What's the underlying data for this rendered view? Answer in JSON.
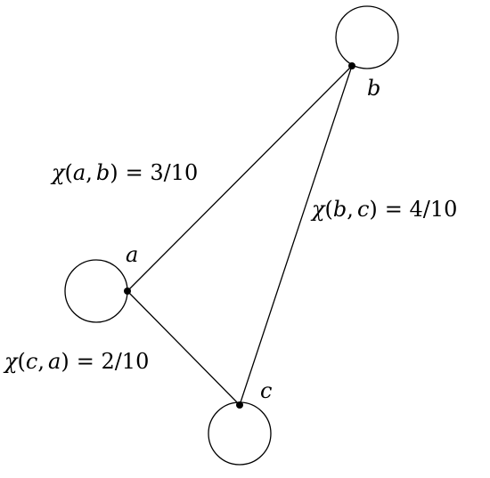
{
  "nodes": {
    "a": {
      "label": "a"
    },
    "b": {
      "label": "b"
    },
    "c": {
      "label": "c"
    }
  },
  "edges": {
    "ab": {
      "func": "χ",
      "open": "(",
      "u": "a",
      "sep": ",",
      "v": "b",
      "close": ")",
      "rhs": "= 3/10"
    },
    "bc": {
      "func": "χ",
      "open": "(",
      "u": "b",
      "sep": ",",
      "v": "c",
      "close": ")",
      "rhs": "= 4/10"
    },
    "ca": {
      "func": "χ",
      "open": "(",
      "u": "c",
      "sep": ",",
      "v": "a",
      "close": ")",
      "rhs": "= 2/10"
    }
  },
  "colors": {
    "stroke": "#000000",
    "background": "#ffffff"
  }
}
